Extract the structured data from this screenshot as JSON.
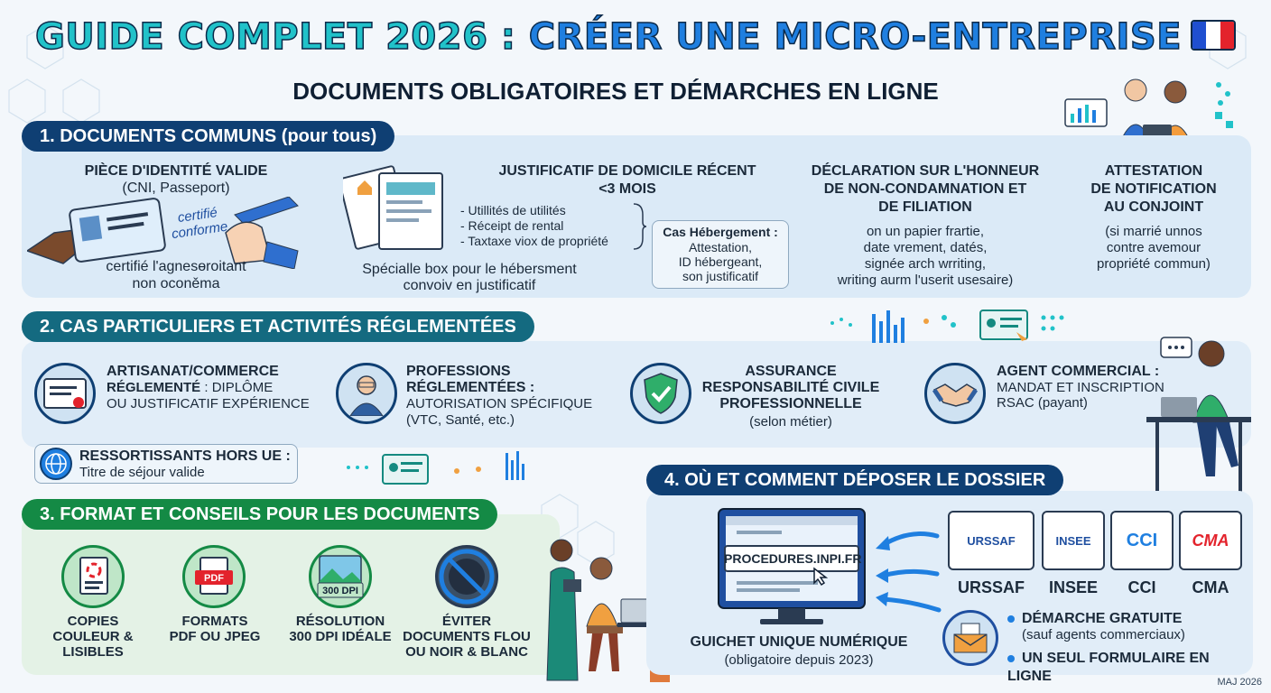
{
  "title": {
    "part1": "GUIDE COMPLET 2026 : ",
    "part2": "CRÉER UNE MICRO-ENTREPRISE"
  },
  "subtitle": "DOCUMENTS OBLIGATOIRES ET DÉMARCHES EN LIGNE",
  "colors": {
    "navy": "#0f3f73",
    "teal": "#146a80",
    "green": "#148a45",
    "title_cyan": "#21c2c9",
    "title_blue": "#1f7fe0"
  },
  "section1": {
    "header": "1. DOCUMENTS COMMUNS (pour tous)",
    "identity": {
      "title": "PIÈCE D'IDENTITÉ VALIDE",
      "sub": "(CNI, Passeport)",
      "stamp": "certifié conforme",
      "caption1": "certifié l'agnesɵroitant",
      "caption2": "non oconěma"
    },
    "domicile": {
      "title1": "JUSTIFICATIF DE DOMICILE RÉCENT",
      "title2": "<3 MOIS",
      "items": [
        "- Utillités de utilités",
        "- Réceipt de rental",
        "- Taxtaxe viox de propriété"
      ],
      "footer1": "Spécialle box pour le hébersment",
      "footer2": "convoiv en justificatif",
      "hebergement": [
        "Cas Hébergement :",
        "Attestation,",
        "ID hébergeant,",
        "son justificatif"
      ]
    },
    "honneur": {
      "title": [
        "DÉCLARATION SUR L'HONNEUR",
        "DE NON-CONDAMNATION ET",
        "DE FILIATION"
      ],
      "body": [
        "on un papier frartie,",
        "date vrement, datés,",
        "signée arch wrriting,",
        "writing aurm l'userit usesaire)"
      ]
    },
    "conjoint": {
      "title": [
        "ATTESTATION",
        "DE NOTIFICATION",
        "AU CONJOINT"
      ],
      "body": [
        "(si marrié unnos",
        "contre avemour",
        "propriété commun)"
      ]
    }
  },
  "section2": {
    "header": "2. CAS PARTICULIERS ET ACTIVITÉS RÉGLEMENTÉES",
    "artisanat": {
      "title1": "ARTISANAT/COMMERCE",
      "title2": "RÉGLEMENTÉ",
      "rest": " : DIPLÔME",
      "line3": "OU JUSTIFICATIF EXPÉRIENCE"
    },
    "professions": {
      "lines": [
        "PROFESSIONS",
        "RÉGLEMENTÉES :"
      ],
      "sub": [
        "AUTORISATION SPÉCIFIQUE",
        "(VTC, Santé, etc.)"
      ]
    },
    "assurance": {
      "lines": [
        "ASSURANCE",
        "RESPONSABILITÉ CIVILE",
        "PROFESSIONNELLE"
      ],
      "sub": "(selon métier)"
    },
    "agent": {
      "title": "AGENT COMMERCIAL :",
      "sub": [
        "MANDAT ET INSCRIPTION",
        "RSAC (payant)"
      ]
    },
    "ressortissants": {
      "title": "RESSORTISSANTS HORS UE :",
      "sub": "Titre de séjour valide"
    }
  },
  "section3": {
    "header": "3. FORMAT ET CONSEILS POUR LES DOCUMENTS",
    "items": [
      {
        "lines": [
          "COPIES",
          "COULEUR &",
          "LISIBLES"
        ],
        "icon": "color-copy-icon"
      },
      {
        "lines": [
          "FORMATS",
          "PDF OU JPEG"
        ],
        "icon": "pdf-icon",
        "badge": "PDF"
      },
      {
        "lines": [
          "RÉSOLUTION",
          "300 DPI IDÉALE"
        ],
        "icon": "image-dpi-icon",
        "badge": "300 DPI"
      },
      {
        "lines": [
          "ÉVITER",
          "DOCUMENTS FLOU",
          "OU NOIR & BLANC"
        ],
        "icon": "blurry-forbidden-icon"
      }
    ]
  },
  "section4": {
    "header": "4. OÙ ET COMMENT DÉPOSER LE DOSSIER",
    "url": "PROCEDURES.INPI.FR",
    "guichet": "GUICHET UNIQUE NUMÉRIQUE",
    "guichet_sub": "(obligatoire depuis 2023)",
    "logos": [
      {
        "label": "URSSAF",
        "text": "URSSAF"
      },
      {
        "label": "INSEE",
        "text": "INSEE"
      },
      {
        "label": "CCI",
        "text": "CCI"
      },
      {
        "label": "CMA",
        "text": "CMA"
      }
    ],
    "bullets": [
      {
        "title": "DÉMARCHE GRATUITE",
        "sub": "(sauf agents commerciaux)"
      },
      {
        "title": "UN SEUL FORMULAIRE EN LIGNE",
        "sub": ""
      }
    ]
  },
  "footer": "MAJ 2026"
}
